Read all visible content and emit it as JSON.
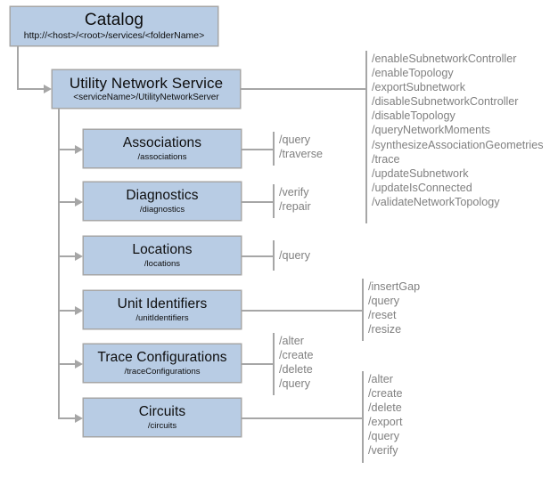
{
  "diagram": {
    "title": "Utility Network Service REST API endpoint hierarchy",
    "colors": {
      "box_fill": "#b8cce4",
      "box_border": "#a6a6a6",
      "connector": "#a6a6a6",
      "operation_text": "#808080",
      "box_text": "#0d0d0d",
      "background": "#ffffff"
    }
  },
  "nodes": {
    "catalog": {
      "title": "Catalog",
      "path": "http://<host>/<root>/services/<folderName>"
    },
    "service": {
      "title": "Utility Network Service",
      "path": "<serviceName>/UtilityNetworkServer",
      "operations": [
        "/enableSubnetworkController",
        "/enableTopology",
        "/exportSubnetwork",
        "/disableSubnetworkController",
        "/disableTopology",
        "/queryNetworkMoments",
        "/synthesizeAssociationGeometries",
        "/trace",
        "/updateSubnetwork",
        "/updateIsConnected",
        "/validateNetworkTopology"
      ]
    },
    "associations": {
      "title": "Associations",
      "path": "/associations",
      "operations": [
        "/query",
        "/traverse"
      ]
    },
    "diagnostics": {
      "title": "Diagnostics",
      "path": "/diagnostics",
      "operations": [
        "/verify",
        "/repair"
      ]
    },
    "locations": {
      "title": "Locations",
      "path": "/locations",
      "operations": [
        "/query"
      ]
    },
    "unit_identifiers": {
      "title": "Unit Identifiers",
      "path": "/unitIdentifiers",
      "operations": [
        "/insertGap",
        "/query",
        "/reset",
        "/resize"
      ]
    },
    "trace_configurations": {
      "title": "Trace Configurations",
      "path": "/traceConfigurations",
      "operations": [
        "/alter",
        "/create",
        "/delete",
        "/query"
      ]
    },
    "circuits": {
      "title": "Circuits",
      "path": "/circuits",
      "operations": [
        "/alter",
        "/create",
        "/delete",
        "/export",
        "/query",
        "/verify"
      ]
    }
  }
}
